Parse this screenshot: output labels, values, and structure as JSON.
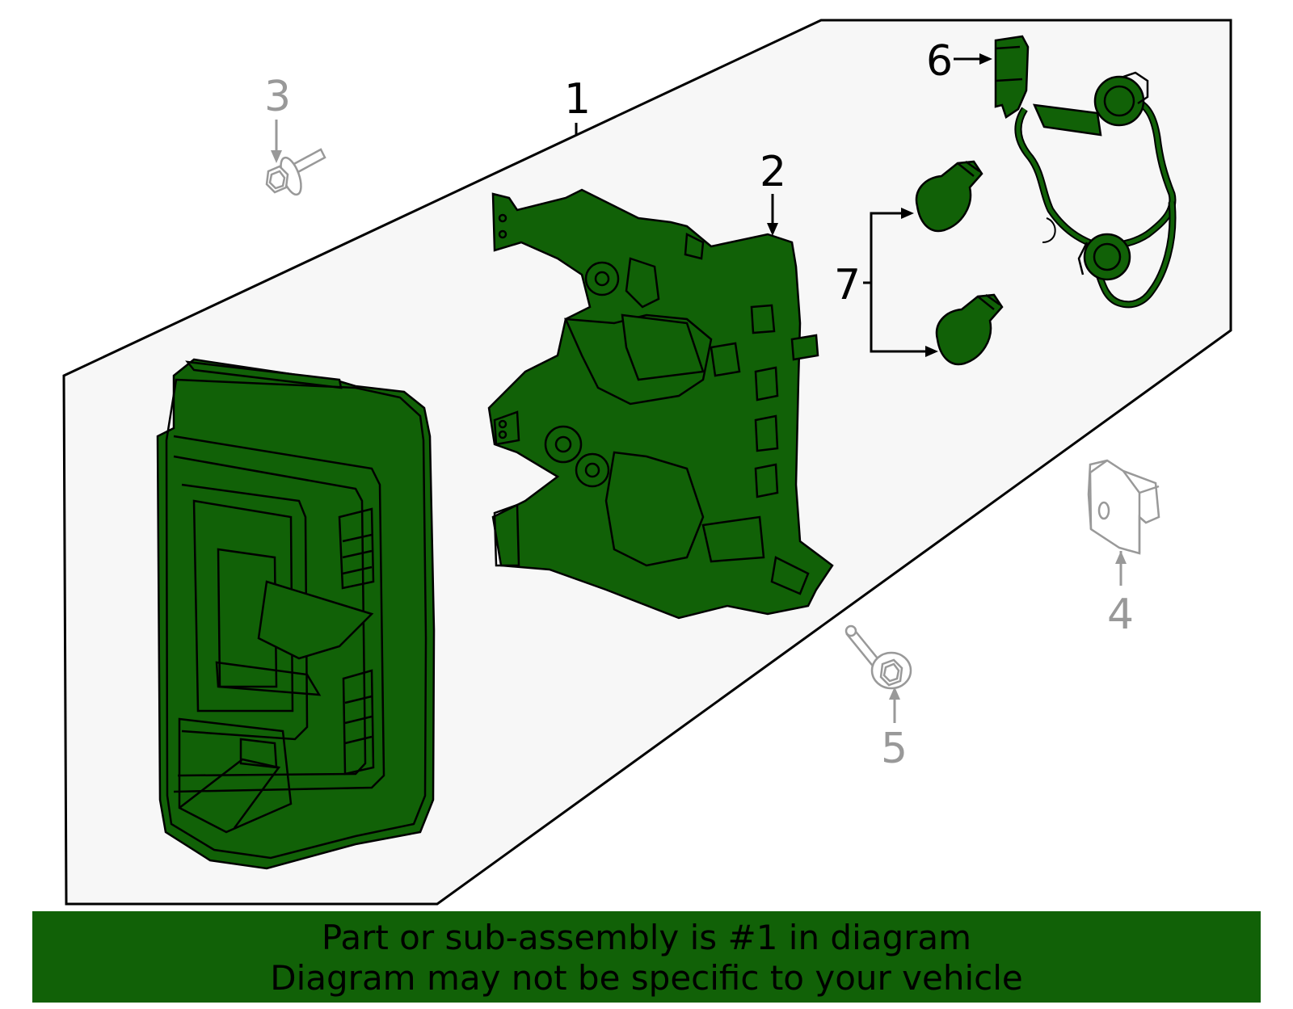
{
  "colors": {
    "part_fill": "#116107",
    "outline": "#000000",
    "panel_fill": "#f7f7f7",
    "secondary_part": "#999999",
    "banner_bg": "#116107"
  },
  "callouts": {
    "c1": "1",
    "c2": "2",
    "c3": "3",
    "c4": "4",
    "c5": "5",
    "c6": "6",
    "c7": "7"
  },
  "banner": {
    "line1": "Part or sub-assembly is #1 in diagram",
    "line2": "Diagram may not be specific to your vehicle"
  }
}
